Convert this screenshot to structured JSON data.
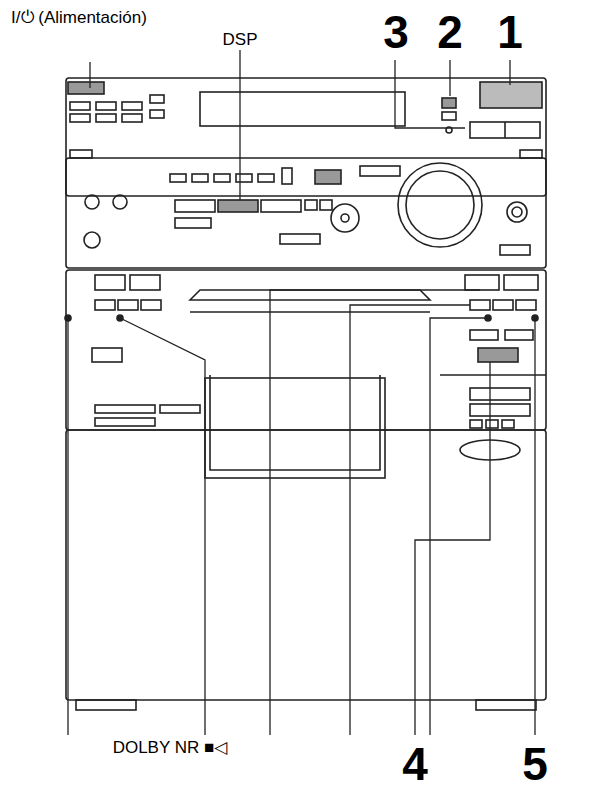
{
  "diagram": {
    "labels": [
      "I/⏻ (Alimentación)",
      "DSP",
      "3",
      "2",
      "1",
      "DOLBY NR ■◁",
      "4",
      "5"
    ]
  }
}
